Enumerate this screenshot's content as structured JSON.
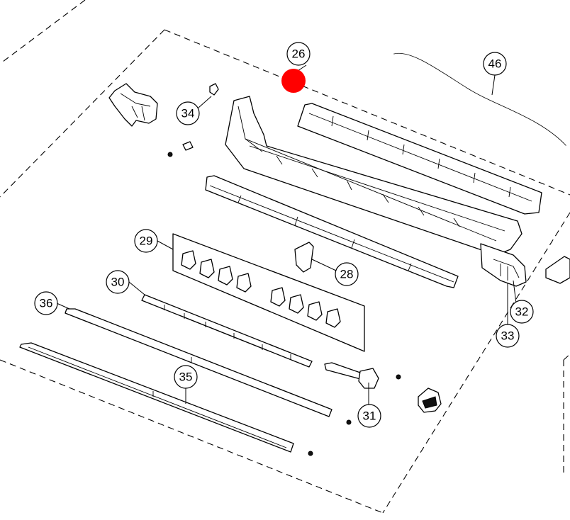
{
  "diagram": {
    "highlight_color": "#ff0000",
    "line_color": "#000000",
    "callouts": [
      {
        "id": "c26",
        "label": "26"
      },
      {
        "id": "c46",
        "label": "46"
      },
      {
        "id": "c34",
        "label": "34"
      },
      {
        "id": "c29",
        "label": "29"
      },
      {
        "id": "c28",
        "label": "28"
      },
      {
        "id": "c30",
        "label": "30"
      },
      {
        "id": "c36",
        "label": "36"
      },
      {
        "id": "c32",
        "label": "32"
      },
      {
        "id": "c33",
        "label": "33"
      },
      {
        "id": "c35",
        "label": "35"
      },
      {
        "id": "c31",
        "label": "31"
      }
    ]
  }
}
